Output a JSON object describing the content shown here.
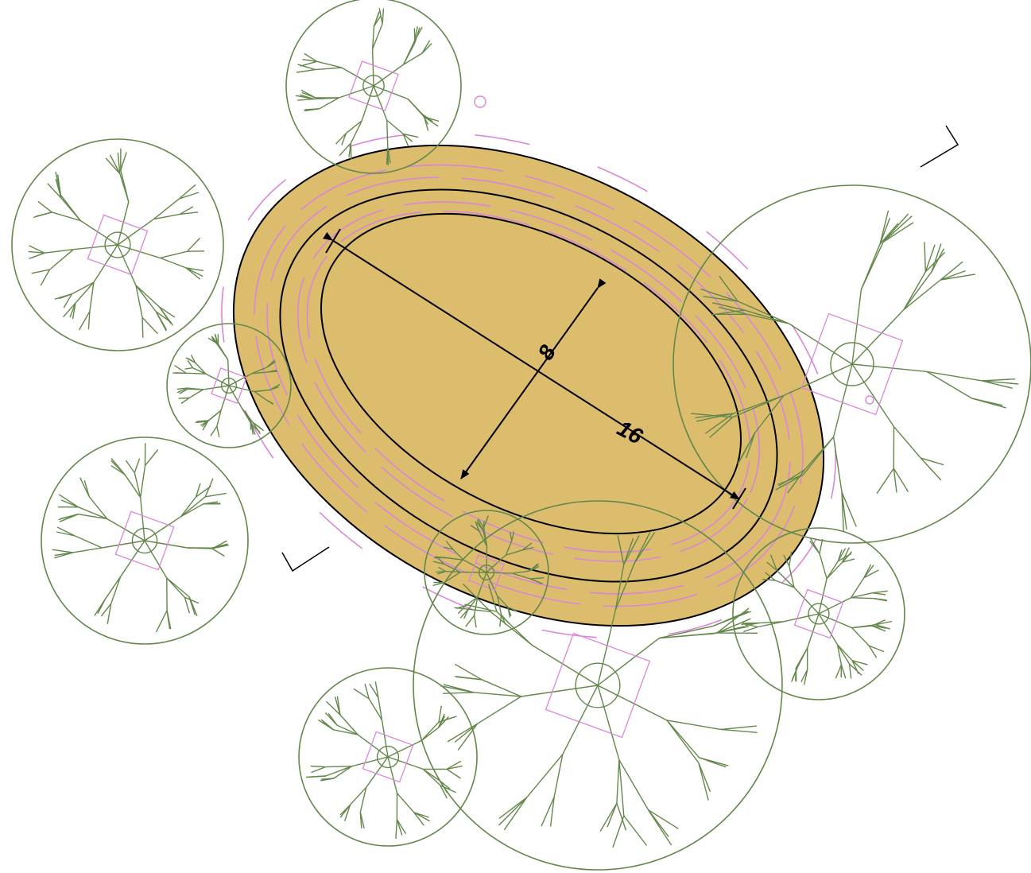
{
  "diagram": {
    "dimensions": {
      "length_label": "16",
      "width_label": "8"
    },
    "colors": {
      "mound_fill": "#dcbd6e",
      "ring_stroke": "#000000",
      "seat_stroke": "#d986d6",
      "tree_stroke": "#63874a",
      "dimension_stroke": "#000000"
    },
    "trees": [
      {
        "id": "tree-top"
      },
      {
        "id": "tree-left-upper"
      },
      {
        "id": "tree-left-small"
      },
      {
        "id": "tree-left-lower"
      },
      {
        "id": "tree-right-large"
      },
      {
        "id": "tree-bottom-small"
      },
      {
        "id": "tree-bottom-large"
      },
      {
        "id": "tree-bottom-right"
      },
      {
        "id": "tree-bottom-left"
      }
    ]
  }
}
